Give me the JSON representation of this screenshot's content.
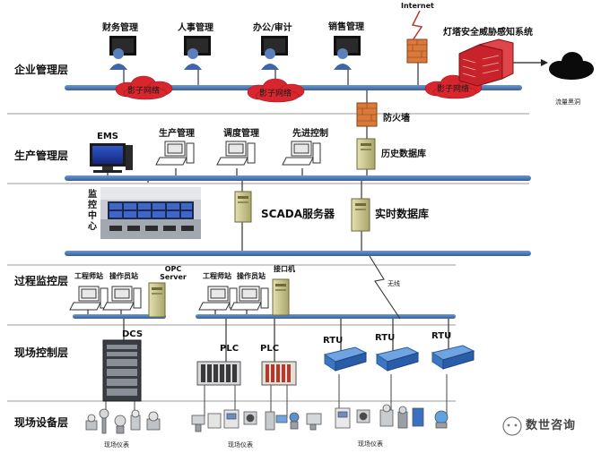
{
  "layers": {
    "enterprise": "企业管理层",
    "production": "生产管理层",
    "process": "过程监控层",
    "field_control": "现场控制层",
    "field_device": "现场设备层"
  },
  "enterprise": {
    "workstations": [
      "财务管理",
      "人事管理",
      "办公/审计",
      "销售管理"
    ],
    "internet": "Internet",
    "threat_system": "灯塔安全威胁感知系统",
    "cloud_label": "影子网络",
    "traffic_blackhole": "流量黑洞",
    "firewall": "防火墙",
    "history_db": "历史数据库"
  },
  "production": {
    "ems": "EMS",
    "workstations": [
      "生产管理",
      "调度管理",
      "先进控制"
    ]
  },
  "supervision": {
    "monitor_center": "监控中心",
    "scada_server": "SCADA服务器",
    "realtime_db": "实时数据库"
  },
  "process": {
    "eng_station": "工程师站",
    "op_station": "操作员站",
    "opc_server": "OPC Server",
    "interface_machine": "接口机",
    "wireless": "无线"
  },
  "field_control": {
    "dcs": "DCS",
    "plc": [
      "PLC",
      "PLC"
    ],
    "rtu": [
      "RTU",
      "RTU",
      "RTU"
    ]
  },
  "field_device": {
    "instrument_label": "现场仪表"
  },
  "watermark": "数世咨询",
  "colors": {
    "bus": "#4a78b5",
    "cloud": "#d8262e",
    "firewall": "#d9793a",
    "server": "#c9c692",
    "monitor_screen": "#1f3f9a",
    "threat_box": "#c8232b"
  }
}
